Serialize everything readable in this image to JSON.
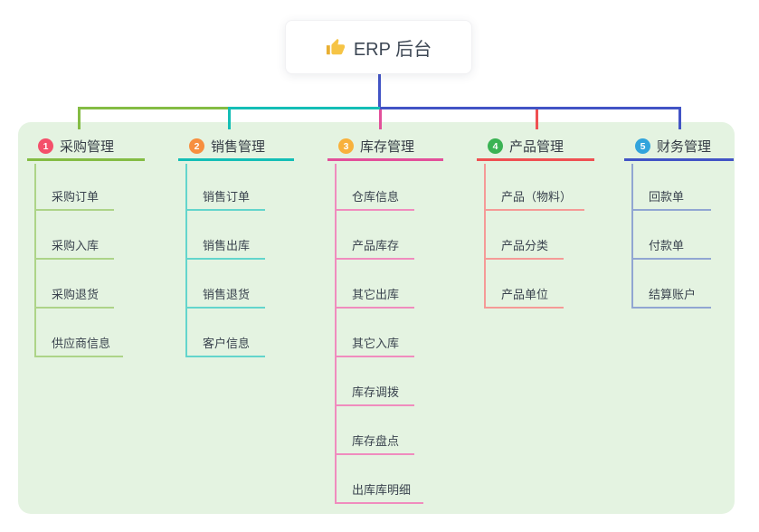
{
  "root": {
    "label": "ERP 后台",
    "icon": "thumbs-up"
  },
  "branches": [
    {
      "number": "1",
      "label": "采购管理",
      "badge_color": "#f4506b",
      "line_color": "#84bc44",
      "child_line_color": "#add488",
      "children": [
        "采购订单",
        "采购入库",
        "采购退货",
        "供应商信息"
      ]
    },
    {
      "number": "2",
      "label": "销售管理",
      "badge_color": "#f78f3f",
      "line_color": "#14beb6",
      "child_line_color": "#63d5cc",
      "children": [
        "销售订单",
        "销售出库",
        "销售退货",
        "客户信息"
      ]
    },
    {
      "number": "3",
      "label": "库存管理",
      "badge_color": "#f8b13c",
      "line_color": "#e2509a",
      "child_line_color": "#f08cbe",
      "children": [
        "仓库信息",
        "产品库存",
        "其它出库",
        "其它入库",
        "库存调拨",
        "库存盘点",
        "出库库明细"
      ]
    },
    {
      "number": "4",
      "label": "产品管理",
      "badge_color": "#3bb354",
      "line_color": "#ef5052",
      "child_line_color": "#f59a97",
      "children": [
        "产品（物料）",
        "产品分类",
        "产品单位"
      ]
    },
    {
      "number": "5",
      "label": "财务管理",
      "badge_color": "#32a4dc",
      "line_color": "#4254c5",
      "child_line_color": "#91a6d2",
      "children": [
        "回款单",
        "付款单",
        "结算账户"
      ]
    }
  ],
  "colors": {
    "background": "#ffffff",
    "panel_bg": "#e4f3e1",
    "text": "#3a434e",
    "root_text": "#3d4754",
    "root_connector": "#4254c5",
    "thumb_icon_front": "#f6c445",
    "thumb_icon_back": "#e8af33"
  }
}
